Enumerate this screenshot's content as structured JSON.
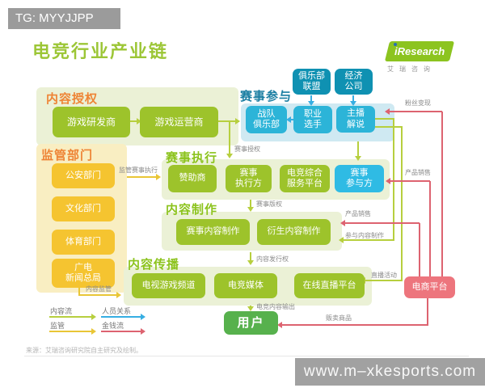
{
  "overlay": {
    "tg_badge": "TG: MYYJJPP",
    "watermark": "www.m–xkesports.com"
  },
  "header": {
    "title": "电竞行业产业链",
    "logo_brand": "iResearch",
    "logo_caption": "艾瑞咨询"
  },
  "sections": {
    "licensing": {
      "title": "内容授权",
      "boxes": [
        "游戏研发商",
        "游戏运营商"
      ]
    },
    "regulators": {
      "title": "监管部门",
      "boxes": [
        "公安部门",
        "文化部门",
        "体育部门",
        "广电\n新闻总局"
      ]
    },
    "participation": {
      "title": "赛事参与",
      "top_boxes": [
        "俱乐部\n联盟",
        "经济\n公司"
      ],
      "boxes": [
        "战队\n俱乐部",
        "职业\n选手",
        "主播\n解说"
      ]
    },
    "execution": {
      "title": "赛事执行",
      "boxes": [
        "赞助商",
        "赛事\n执行方",
        "电竞综合\n服务平台"
      ],
      "highlight_box": "赛事\n参与方"
    },
    "production": {
      "title": "内容制作",
      "boxes": [
        "赛事内容制作",
        "衍生内容制作"
      ]
    },
    "distribution": {
      "title": "内容传播",
      "boxes": [
        "电视游戏频道",
        "电竞媒体",
        "在线直播平台"
      ]
    }
  },
  "nodes": {
    "user": "用户",
    "ecommerce": "电商平台"
  },
  "flows": {
    "event_license": "赛事授权",
    "event_copyright": "赛事版权",
    "publish_right": "内容发行权",
    "content_output": "电竞内容输出",
    "supervise_execution": "监管赛事执行",
    "content_supervision": "内容监管",
    "fan_monetization": "粉丝变现",
    "product_sales_top": "产品销售",
    "product_sales_mid": "产品销售",
    "join_production": "参与内容制作",
    "live_activity": "直播活动",
    "sell_goods": "贩卖商品"
  },
  "legend": {
    "content_flow": "内容流",
    "personnel": "人员关系",
    "supervision": "监管",
    "money_flow": "金钱流"
  },
  "footer": {
    "source": "来源：艾瑞咨询研究院自主研究及绘制。"
  },
  "colors": {
    "flow_green": "#b7cf3e",
    "flow_yellow": "#e9c636",
    "flow_blue": "#36aee2",
    "flow_red": "#dd6370",
    "box_green": "#9dc32b",
    "box_yellow": "#f5c430",
    "box_teal_dark": "#0f91b2",
    "box_cyan": "#2cb4d8",
    "box_cyan_bright": "#2fbbe4",
    "box_user": "#57b14d",
    "box_pink": "#ed757d",
    "header_orange": "#ee8435",
    "header_green": "#8cc31d",
    "header_teal": "#1a7ea2",
    "badge_gray": "#9b9b9b",
    "title_green": "#9cc636"
  }
}
